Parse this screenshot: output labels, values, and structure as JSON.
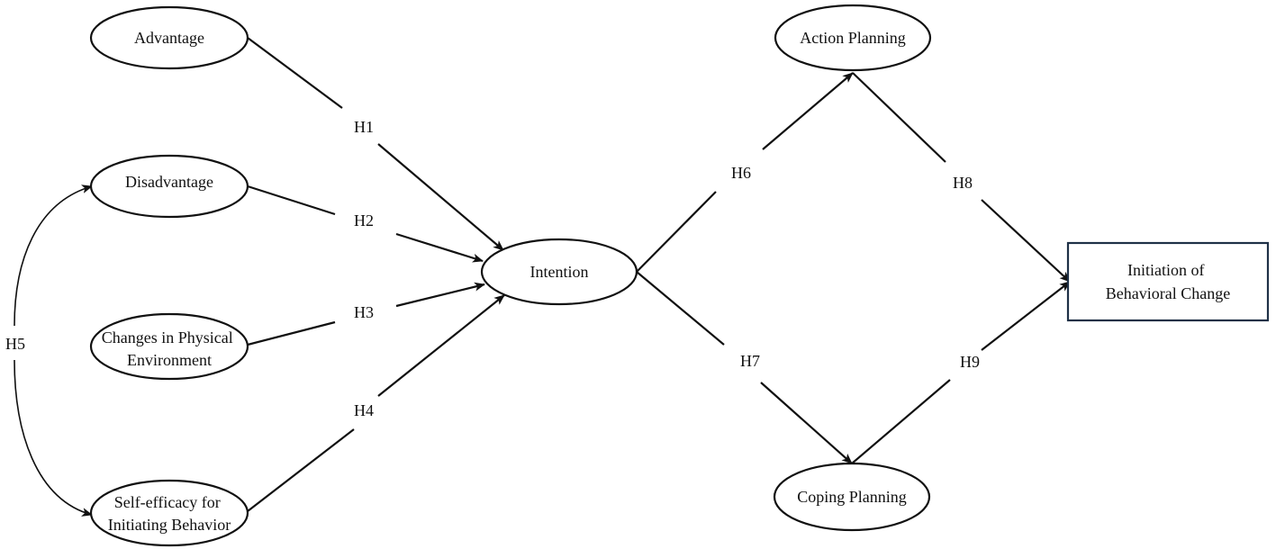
{
  "nodes": {
    "advantage": "Advantage",
    "disadvantage": "Disadvantage",
    "physical_environment": [
      "Changes in Physical",
      "Environment"
    ],
    "self_efficacy": [
      "Self-efficacy for",
      "Initiating Behavior"
    ],
    "intention": "Intention",
    "action_planning": "Action Planning",
    "coping_planning": "Coping Planning",
    "initiation": [
      "Initiation of",
      "Behavioral Change"
    ]
  },
  "hypotheses": {
    "h1": "H1",
    "h2": "H2",
    "h3": "H3",
    "h4": "H4",
    "h5": "H5",
    "h6": "H6",
    "h7": "H7",
    "h8": "H8",
    "h9": "H9"
  },
  "colors": {
    "line": "#111111",
    "outcome_box_border": "#1f3147",
    "background": "#ffffff"
  }
}
